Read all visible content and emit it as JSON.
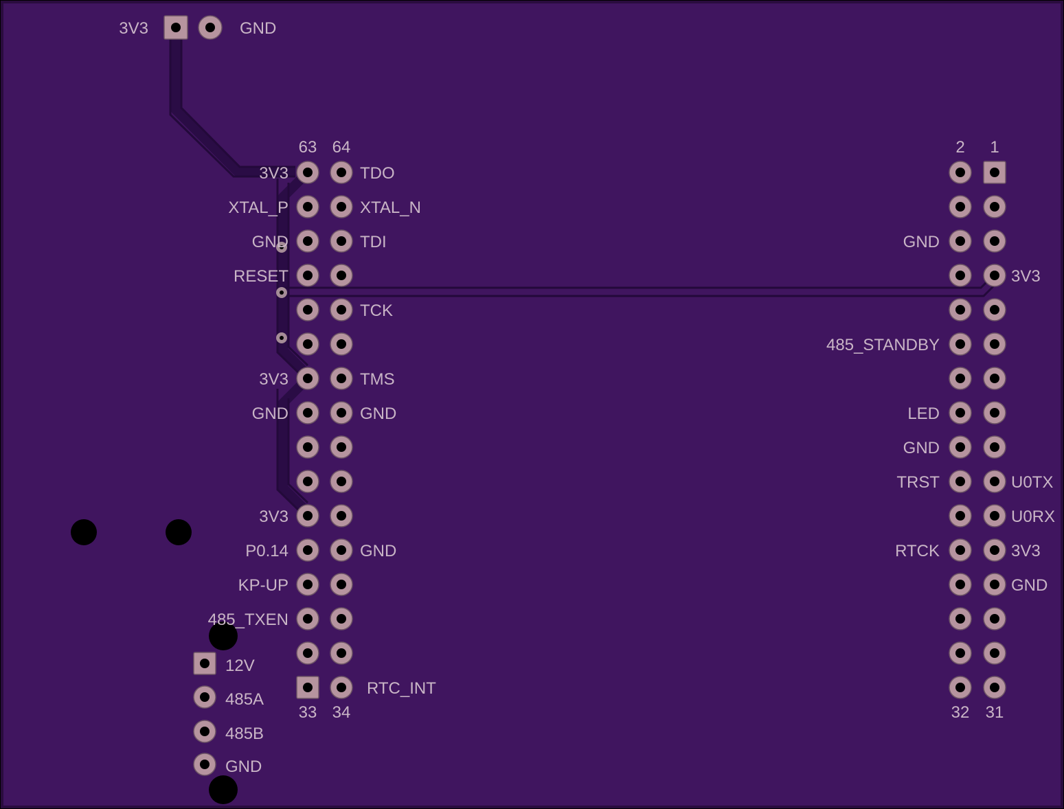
{
  "top_connector": {
    "left_label": "3V3",
    "right_label": "GND"
  },
  "left_header": {
    "num_top_left": "63",
    "num_top_right": "64",
    "num_bottom_left": "33",
    "num_bottom_right": "34",
    "left_labels": [
      "3V3",
      "XTAL_P",
      "GND",
      "RESET",
      "",
      "",
      "3V3",
      "GND",
      "",
      "",
      "3V3",
      "P0.14",
      "KP-UP",
      "485_TXEN",
      "",
      ""
    ],
    "right_labels": [
      "TDO",
      "XTAL_N",
      "TDI",
      "",
      "TCK",
      "",
      "TMS",
      "GND",
      "",
      "",
      "",
      "GND",
      "",
      "",
      "",
      "RTC_INT"
    ]
  },
  "right_header": {
    "num_top_left": "2",
    "num_top_right": "1",
    "num_bottom_left": "32",
    "num_bottom_right": "31",
    "left_labels": [
      "",
      "",
      "GND",
      "",
      "",
      "485_STANDBY",
      "",
      "LED",
      "GND",
      "TRST",
      "",
      "RTCK",
      "",
      "",
      "",
      ""
    ],
    "right_labels": [
      "",
      "",
      "",
      "3V3",
      "",
      "",
      "",
      "",
      "",
      "U0TX",
      "U0RX",
      "3V3",
      "GND",
      "",
      "",
      ""
    ]
  },
  "power_connector": {
    "labels": [
      "12V",
      "485A",
      "485B",
      "GND"
    ]
  },
  "colors": {
    "board": "#40155f",
    "outline": "#1f0a2e",
    "pad": "#b6949f",
    "trace": "#23093a"
  }
}
